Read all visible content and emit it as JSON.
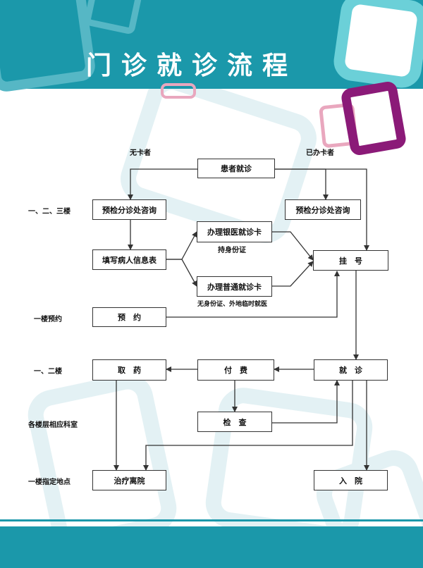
{
  "header": {
    "title": "门诊就诊流程"
  },
  "nodes": {
    "patient_visit": "患者就诊",
    "triage_left": "预检分诊处咨询",
    "triage_right": "预检分诊处咨询",
    "bank_card": "办理银医就诊卡",
    "fill_form": "填写病人信息表",
    "normal_card": "办理普通就诊卡",
    "register": "挂　号",
    "appointment": "预　约",
    "medicine": "取　药",
    "payment": "付　费",
    "consult": "就　诊",
    "examine": "检　查",
    "treat_leave": "治疗离院",
    "admission": "入　院"
  },
  "labels": {
    "no_card": "无卡者",
    "has_card": "已办卡者",
    "floors_123": "一、二、三楼",
    "with_id": "持身份证",
    "no_id": "无身份证、外地临时就医",
    "floor1_appt": "一楼预约",
    "floors_12": "一、二楼",
    "dept_floors": "各楼层相应科室",
    "floor1_spot": "一楼指定地点"
  },
  "colors": {
    "teal": "#1b98aa",
    "cyan": "#6bd0d8",
    "purple": "#8b1a78",
    "pink": "#e9a7be"
  }
}
